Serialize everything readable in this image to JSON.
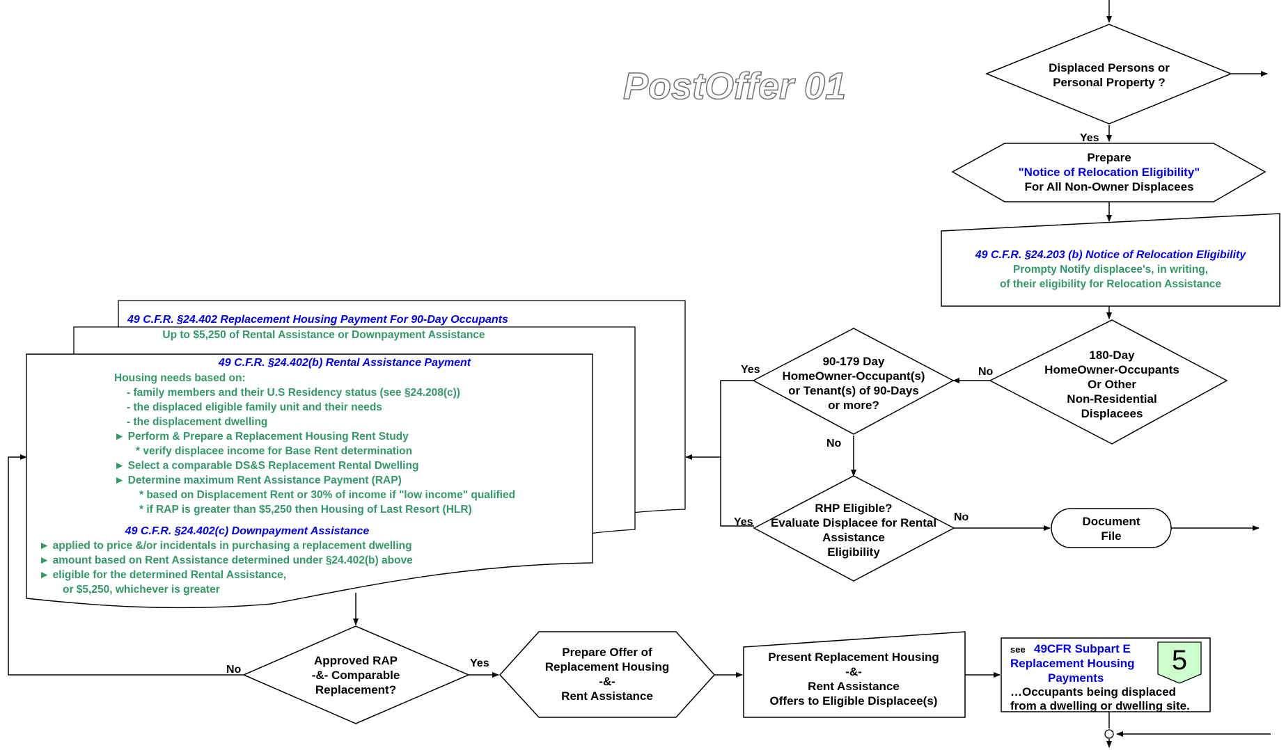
{
  "title": "PostOffer 01",
  "nodes": {
    "displaced": {
      "l1": "Displaced Persons or",
      "l2": "Personal Property ?"
    },
    "prepare_notice": {
      "l1": "Prepare",
      "l2": "\"Notice of Relocation Eligibility\"",
      "l3": "For All Non-Owner Displacees"
    },
    "cfr_203": {
      "l1": "49 C.F.R. §24.203 (b) Notice of Relocation Eligibility",
      "l2": "Prompty Notify displacee's, in writing,",
      "l3": "of their eligibility for Relocation Assistance"
    },
    "d180": {
      "l1": "180-Day",
      "l2": "HomeOwner-Occupants",
      "l3": "Or Other",
      "l4": "Non-Residential",
      "l5": "Displacees"
    },
    "d90": {
      "l1": "90-179 Day",
      "l2": "HomeOwner-Occupant(s)",
      "l3": "or Tenant(s) of 90-Days",
      "l4": "or more?"
    },
    "rhp": {
      "l1": "RHP Eligible?",
      "l2": "Evaluate Displacee for Rental",
      "l3": "Assistance",
      "l4": "Eligibility"
    },
    "document": {
      "l1": "Document",
      "l2": "File"
    },
    "doc_back": {
      "title": "49 C.F.R. §24.402  Replacement Housing Payment For 90-Day Occupants"
    },
    "doc_mid": {
      "text": "Up to $5,250 of Rental Assistance  or  Downpayment Assistance"
    },
    "doc_front": {
      "title": "49 C.F.R. §24.402(b) Rental Assistance Payment",
      "lines": [
        "Housing needs based on:",
        "- family members and their U.S Residency status  (see §24.208(c))",
        "- the displaced eligible family unit and their needs",
        "- the displacement dwelling",
        "► Perform & Prepare a Replacement Housing Rent Study",
        "* verify displacee income for Base Rent determination",
        "► Select a comparable DS&S Replacement Rental Dwelling",
        "► Determine maximum Rent Assistance Payment (RAP)",
        "* based on Displacement Rent or 30% of income if \"low income\" qualified",
        "* if RAP is greater than $5,250 then Housing of Last Resort (HLR)"
      ],
      "title2": "49 C.F.R. §24.402(c) Downpayment Assistance",
      "lines2": [
        "► applied to  price &/or incidentals in purchasing a replacement dwelling",
        "► amount based on Rent Assistance determined under §24.402(b) above",
        "► eligible for the determined Rental Assistance,",
        "or $5,250, whichever is greater"
      ]
    },
    "approved": {
      "l1": "Approved RAP",
      "l2": "-&- Comparable",
      "l3": "Replacement?"
    },
    "prepare_offer": {
      "l1": "Prepare Offer of",
      "l2": "Replacement Housing",
      "l3": "-&-",
      "l4": "Rent Assistance"
    },
    "present": {
      "l1": "Present Replacement Housing",
      "l2": "-&-",
      "l3": "Rent Assistance",
      "l4": "Offers to Eligible Displacee(s)"
    },
    "subpart": {
      "see": "see",
      "link": "49CFR Subpart E",
      "l2": "Replacement Housing",
      "l3": "Payments",
      "l4": "…Occupants being displaced",
      "l5": "from a dwelling or dwelling site.",
      "badge": "5"
    }
  },
  "edge_labels": {
    "yes_displaced": "Yes",
    "no_180": "No",
    "yes_90": "Yes",
    "no_90": "No",
    "yes_rhp": "Yes",
    "no_rhp": "No",
    "no_approved": "No",
    "yes_approved": "Yes"
  },
  "colors": {
    "blue": "#0000ee",
    "green": "#339966",
    "badge_fill": "#ccffcc"
  }
}
